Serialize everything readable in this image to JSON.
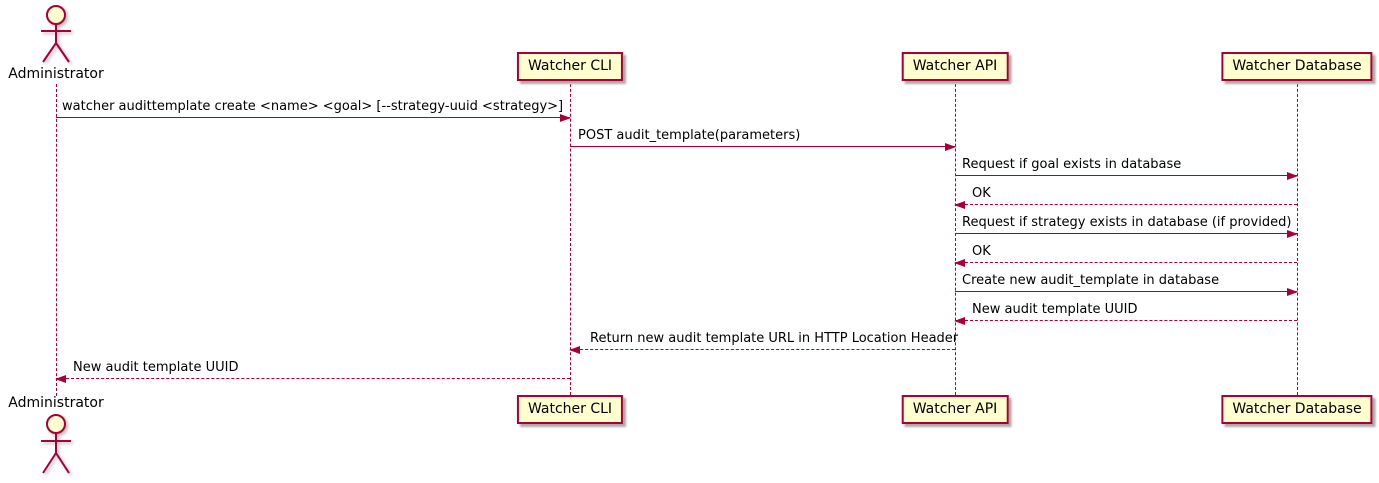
{
  "diagram": {
    "type": "sequence-diagram",
    "actor": {
      "label": "Administrator"
    },
    "participants": [
      {
        "id": "watcher-cli",
        "label": "Watcher CLI"
      },
      {
        "id": "watcher-api",
        "label": "Watcher API"
      },
      {
        "id": "watcher-database",
        "label": "Watcher Database"
      }
    ],
    "colors": {
      "stroke": "#A80036",
      "participant_fill": "#FEFECE",
      "text": "#000000",
      "background": "#FFFFFF"
    },
    "messages": [
      {
        "from": "Administrator",
        "to": "Watcher CLI",
        "line": "solid",
        "label": "watcher audittemplate create <name> <goal> [--strategy-uuid <strategy>]"
      },
      {
        "from": "Watcher CLI",
        "to": "Watcher API",
        "line": "solid",
        "label": "POST audit_template(parameters)"
      },
      {
        "from": "Watcher API",
        "to": "Watcher Database",
        "line": "solid",
        "label": "Request if goal exists in database"
      },
      {
        "from": "Watcher Database",
        "to": "Watcher API",
        "line": "dashed",
        "label": "OK"
      },
      {
        "from": "Watcher API",
        "to": "Watcher Database",
        "line": "solid",
        "label": "Request if strategy exists in database (if provided)"
      },
      {
        "from": "Watcher Database",
        "to": "Watcher API",
        "line": "dashed",
        "label": "OK"
      },
      {
        "from": "Watcher API",
        "to": "Watcher Database",
        "line": "solid",
        "label": "Create new audit_template in database"
      },
      {
        "from": "Watcher Database",
        "to": "Watcher API",
        "line": "dashed",
        "label": "New audit template UUID"
      },
      {
        "from": "Watcher API",
        "to": "Watcher CLI",
        "line": "dashed",
        "label": "Return new audit template URL in HTTP Location Header"
      },
      {
        "from": "Watcher CLI",
        "to": "Administrator",
        "line": "dashed",
        "label": "New audit template UUID"
      }
    ]
  }
}
